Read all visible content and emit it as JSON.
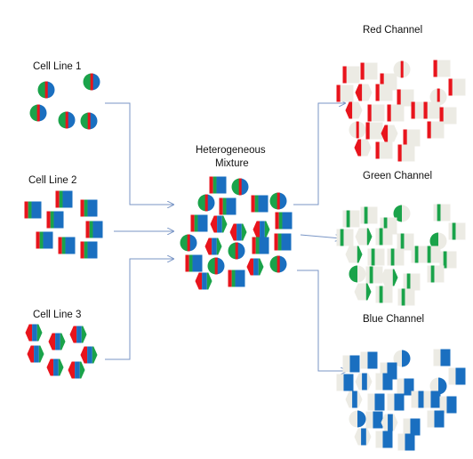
{
  "labels": {
    "cell_line_1": "Cell Line 1",
    "cell_line_2": "Cell Line 2",
    "cell_line_3": "Cell Line 3",
    "mixture_line1": "Heterogeneous",
    "mixture_line2": "Mixture",
    "red_channel": "Red Channel",
    "green_channel": "Green Channel",
    "blue_channel": "Blue Channel"
  },
  "colors": {
    "red": "#e8141c",
    "green": "#1aa34a",
    "blue": "#1a6fc0",
    "dim": "#ecebe4",
    "arrow": "#7a96c6"
  },
  "cell_types": {
    "cell_line_1": "circle",
    "cell_line_2": "square",
    "cell_line_3": "hexagon"
  },
  "channels": [
    "red",
    "green",
    "blue"
  ]
}
